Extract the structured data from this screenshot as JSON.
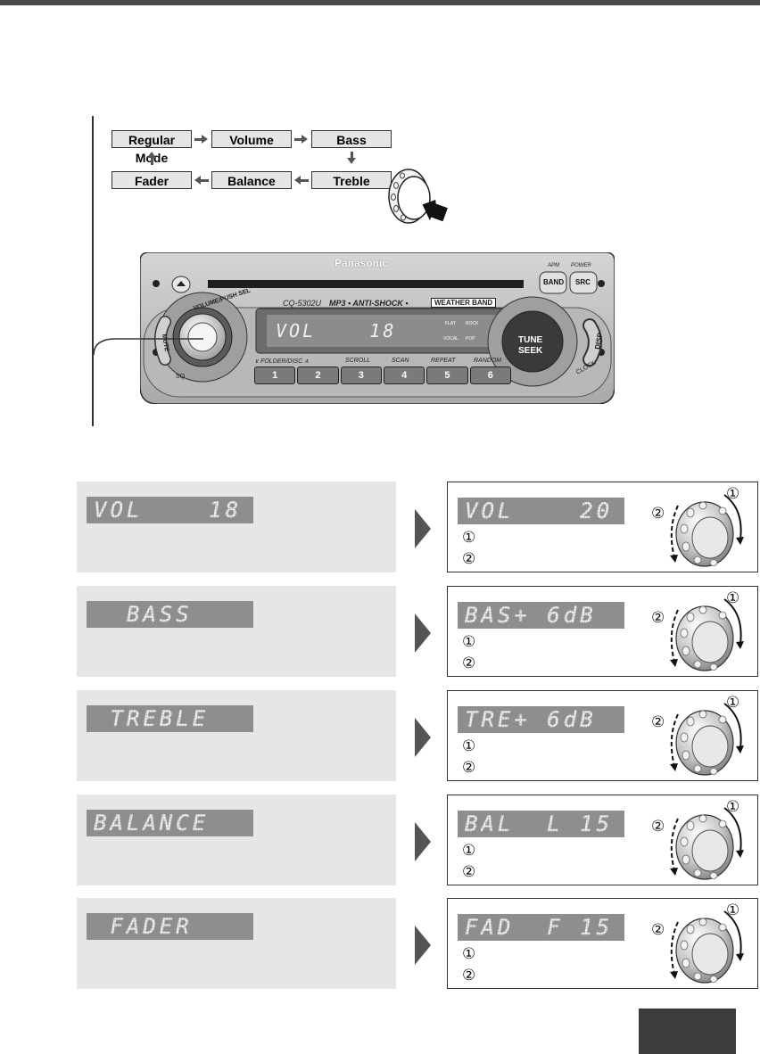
{
  "mode_cycle": {
    "regular": "Regular Mode",
    "volume": "Volume",
    "bass": "Bass",
    "treble": "Treble",
    "balance": "Balance",
    "fader": "Fader"
  },
  "head_unit": {
    "brand": "Panasonic",
    "model": "CQ-5302U",
    "feature_text": "MP3 • ANTI-SHOCK • ",
    "weather_band": "WEATHER BAND",
    "apm": "APM",
    "power": "POWER",
    "band": "BAND",
    "src": "SRC",
    "mute": "MUTE",
    "volume_push_sel": "VOLUME/PUSH SEL",
    "sq": "SQ",
    "disp": "DISP",
    "clock": "CLOCK",
    "tune": "TUNE",
    "seek": "SEEK",
    "display": "VOL    18",
    "eq_flat": "FLAT",
    "eq_rock": "ROCK",
    "eq_vocal": "VOCAL",
    "eq_pop": "POP",
    "preset_labels": [
      "∨ FOLDER/DISC ∧",
      "SCROLL",
      "SCAN",
      "REPEAT",
      "RANDOM"
    ],
    "presets": [
      "1",
      "2",
      "3",
      "4",
      "5",
      "6"
    ]
  },
  "rows": [
    {
      "display": "VOL    18",
      "result": "VOL    20",
      "step1": "①",
      "step2": "②"
    },
    {
      "display": "  BASS",
      "result": "BAS+ 6dB",
      "step1": "①",
      "step2": "②"
    },
    {
      "display": " TREBLE",
      "result": "TRE+ 6dB",
      "step1": "①",
      "step2": "②"
    },
    {
      "display": "BALANCE",
      "result": "BAL  L 15",
      "step1": "①",
      "step2": "②"
    },
    {
      "display": " FADER",
      "result": "FAD  F 15",
      "step1": "①",
      "step2": "②"
    }
  ],
  "colors": {
    "lcd": "#8e8e8e",
    "panel": "#e6e6e6",
    "tab": "#3c3c3c"
  }
}
